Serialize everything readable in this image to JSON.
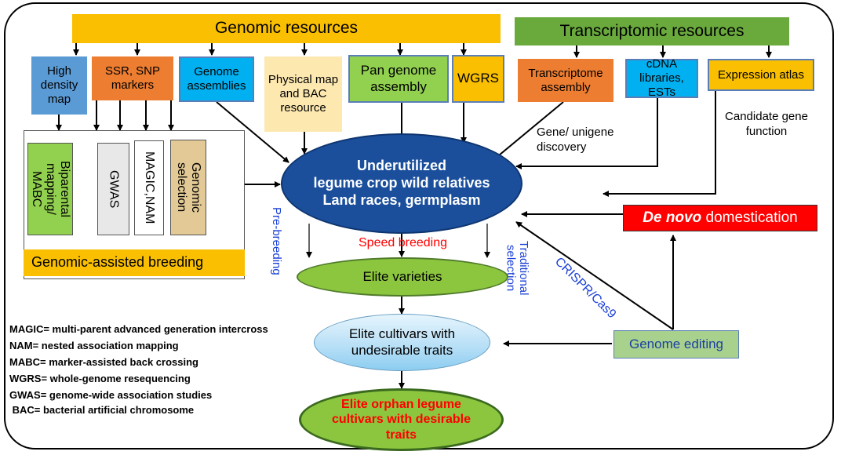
{
  "header_genomic": "Genomic resources",
  "header_transcriptomic": "Transcriptomic resources",
  "nodes": {
    "high_density_map": "High density map",
    "ssr_snp": "SSR, SNP markers",
    "genome_assemblies": "Genome assemblies",
    "physical_map": "Physical map and BAC resource",
    "pan_genome": "Pan genome assembly",
    "wgrs": "WGRS",
    "transcriptome_assembly": "Transcriptome assembly",
    "cdna": "cDNA libraries, ESTs",
    "expression_atlas": "Expression atlas",
    "biparental": "Biparental mapping/ MABC",
    "gwas": "GWAS",
    "magic_nam": "MAGIC,NAM",
    "genomic_selection": "Genomic selection",
    "genomic_assisted_breeding": "Genomic-assisted breeding",
    "center_line1": "Underutilized",
    "center_line2": "legume crop wild relatives",
    "center_line3": "Land races, germplasm",
    "elite_varieties": "Elite varieties",
    "elite_undesirable_line1": "Elite cultivars with",
    "elite_undesirable_line2": "undesirable traits",
    "orphan_line1": "Elite orphan legume",
    "orphan_line2": "cultivars with desirable",
    "orphan_line3": "traits",
    "de_novo_italic": "De novo",
    "de_novo_rest": " domestication",
    "genome_editing": "Genome editing"
  },
  "edge_labels": {
    "gene_discovery": "Gene/ unigene discovery",
    "candidate_gene": "Candidate gene function",
    "pre_breeding": "Pre-breeding",
    "speed_breeding": "Speed breeding",
    "traditional_selection": "Traditional selection",
    "crispr": "CRISPR/Cas9"
  },
  "legend": [
    "MAGIC= multi-parent advanced generation intercross",
    "NAM= nested association mapping",
    "MABC= marker-assisted back crossing",
    "WGRS= whole-genome resequencing",
    "GWAS= genome-wide association studies",
    " BAC= bacterial artificial chromosome"
  ],
  "colors": {
    "genomic_header": "#f9bf00",
    "transcriptomic_header": "#6aaa3d",
    "blue_box": "#5b9bd5",
    "orange_box": "#ed7d31",
    "cyan_box": "#00b0f0",
    "pale_yellow": "#fde8b0",
    "green_box": "#92d050",
    "center_ellipse": "#1b4f9c",
    "elite_green": "#8cc63f",
    "pale_blue": "#bfe3f7",
    "red": "#ff0000",
    "genome_editing": "#a9d18e",
    "label_blue": "#1a3fd6"
  }
}
